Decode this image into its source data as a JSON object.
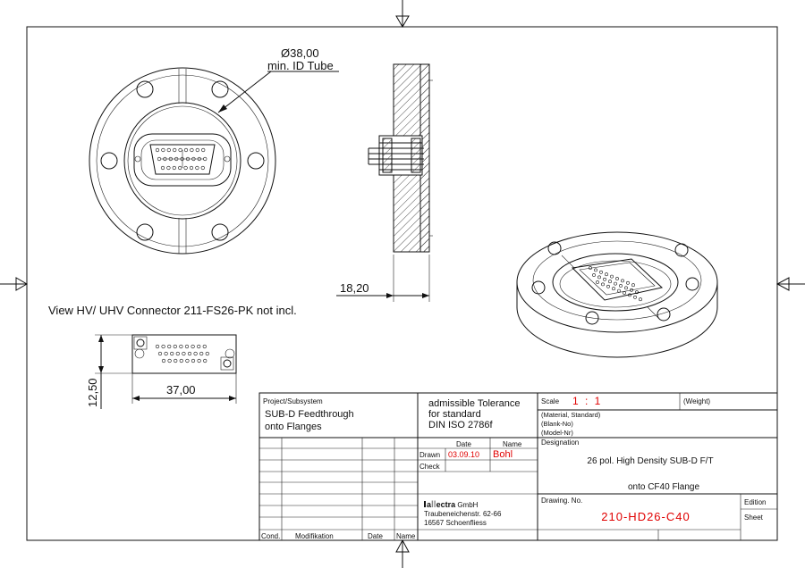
{
  "front_view": {
    "tube_dim": "Ø38,00",
    "tube_note": "min.  ID Tube"
  },
  "section_view": {
    "thickness_dim": "18,20"
  },
  "note": "View HV/ UHV Connector 211-FS26-PK not incl.",
  "connector_view": {
    "height_dim": "12,50",
    "width_dim": "37,00"
  },
  "title_block": {
    "project_label": "Project/Subsystem",
    "project_line1": "SUB-D Feedthrough",
    "project_line2": "onto Flanges",
    "tolerance_line1": "admissible Tolerance",
    "tolerance_line2": "for standard",
    "tolerance_line3": "DIN ISO 2786f",
    "scale_label": "Scale",
    "scale_value": "1 : 1",
    "weight_label": "(Weight)",
    "material_label": "(Material, Standard)",
    "blank_label": "(Blank-No)",
    "model_label": "(Model-Nr)",
    "designation_label": "Designation",
    "designation_line1": "26 pol. High Density SUB-D F/T",
    "designation_line2": "onto CF40 Flange",
    "date_header": "Date",
    "name_header": "Name",
    "drawn_label": "Drawn",
    "drawn_date": "03.09.10",
    "drawn_name": "Bohl",
    "check_label": "Check",
    "company_prefix": "a",
    "company_mid": "ll",
    "company_bold": "ectra",
    "company_suffix": " GmbH",
    "address1": "Traubeneichenstr. 62-66",
    "address2": "16567 Schoenfliess",
    "drawing_no_label": "Drawing. No.",
    "drawing_no": "210-HD26-C40",
    "edition_label": "Edition",
    "sheet_label": "Sheet",
    "cond_label": "Cond.",
    "modifikation_label": "Modifikation",
    "date_label": "Date",
    "name_label": "Name"
  }
}
